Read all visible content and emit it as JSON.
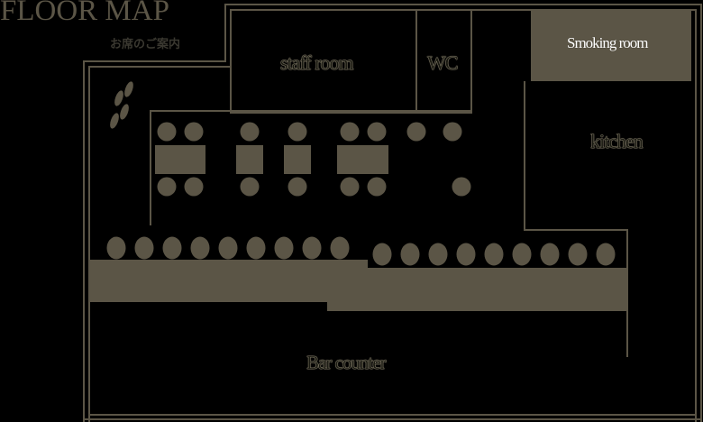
{
  "header": {
    "title": "FLOOR MAP",
    "subtitle": "お席のご案内"
  },
  "rooms": {
    "staff": "staff room",
    "wc": "WC",
    "smoking": "Smoking room",
    "kitchen": "kitchen",
    "bar": "Bar counter"
  },
  "colors": {
    "fill": "#5b5546",
    "background": "#000000"
  }
}
